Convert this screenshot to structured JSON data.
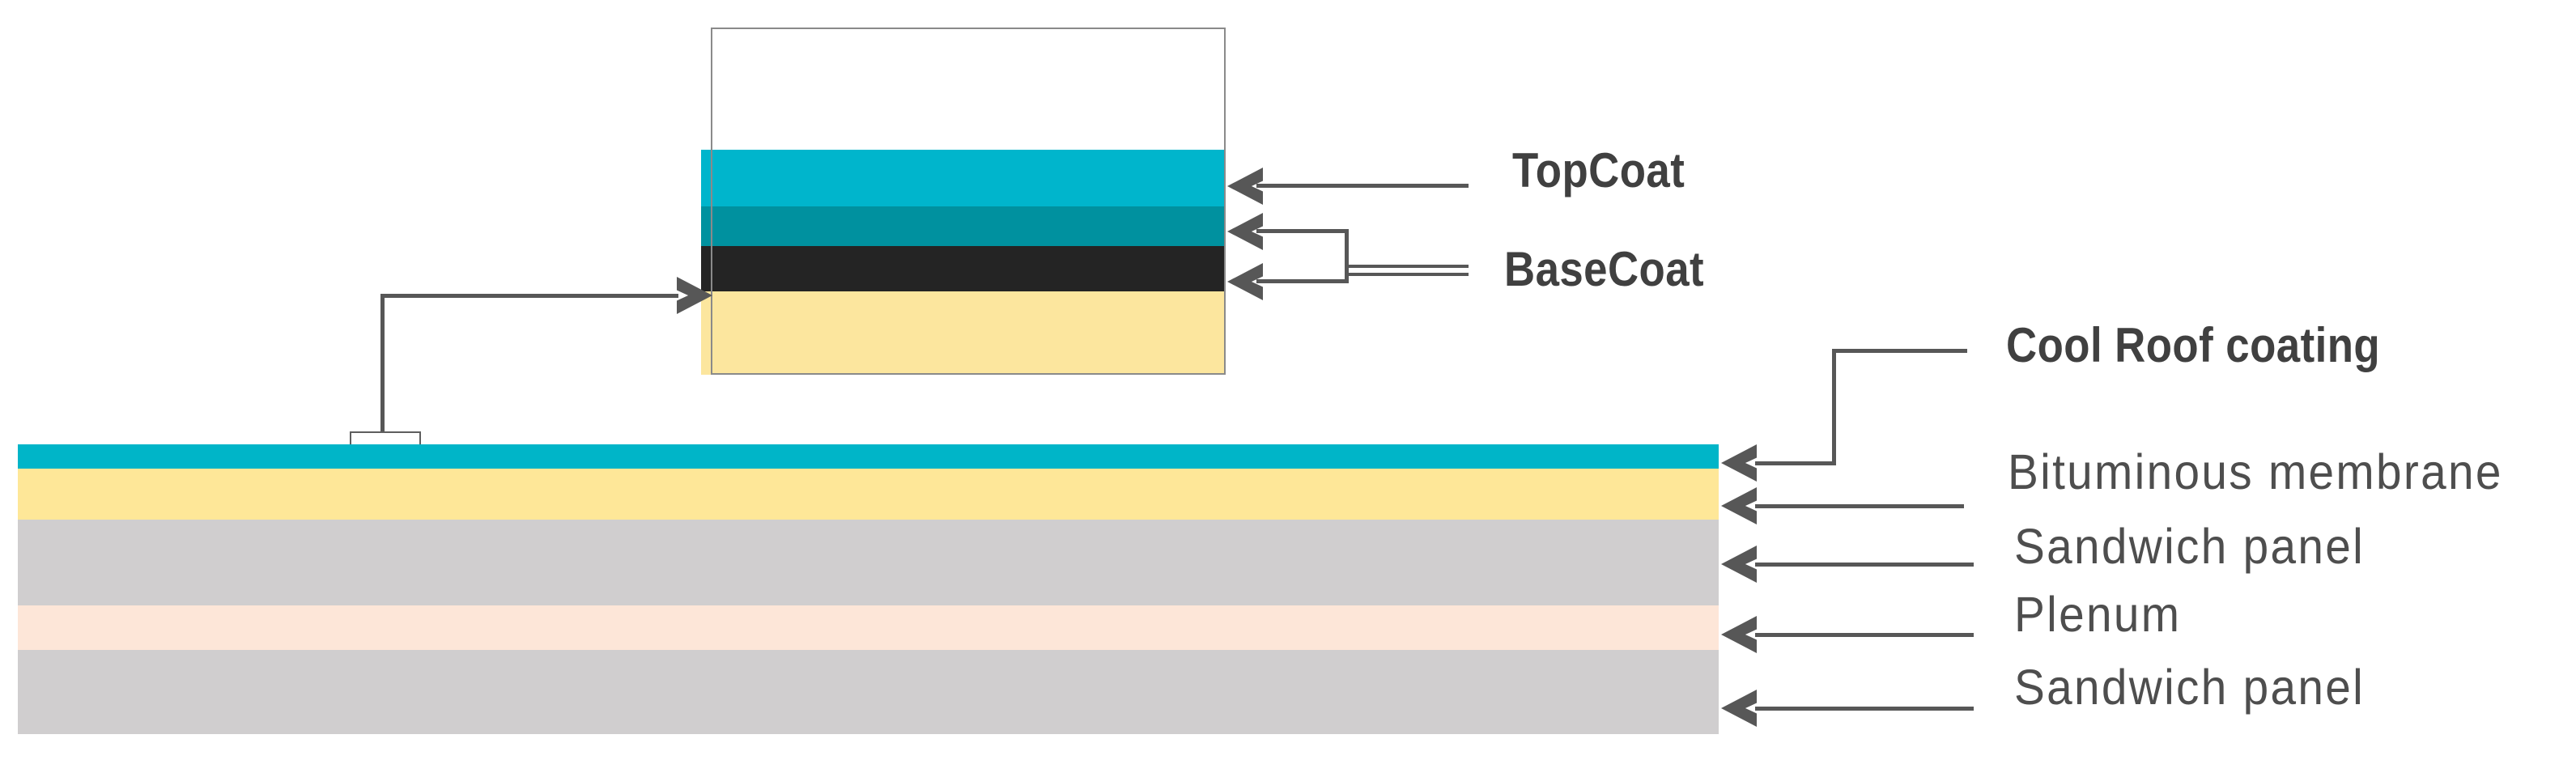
{
  "palette": {
    "line": "#575757",
    "border": "#8a8a8a",
    "rect_border": "#5e5e5e",
    "label_bold": "#404040",
    "label_light": "#4e4e4e"
  },
  "inset": {
    "layers": [
      {
        "name": "topcoat-layer",
        "color": "#00b5cc"
      },
      {
        "name": "basecoat-upper-layer",
        "color": "#00919f"
      },
      {
        "name": "basecoat-lower-layer",
        "color": "#242424"
      },
      {
        "name": "membrane-layer",
        "color": "#fce69e"
      }
    ],
    "labels": {
      "topcoat": "TopCoat",
      "basecoat": "BaseCoat"
    }
  },
  "roof": {
    "layers": [
      {
        "name": "cool-roof-coating",
        "color": "#00b5c8",
        "label": "Cool Roof coating"
      },
      {
        "name": "bituminous-membrane",
        "color": "#fee798",
        "label": "Bituminous membrane"
      },
      {
        "name": "sandwich-panel-top",
        "color": "#d0cecf",
        "label": "Sandwich panel"
      },
      {
        "name": "plenum",
        "color": "#fde6d8",
        "label": "Plenum"
      },
      {
        "name": "sandwich-panel-bottom",
        "color": "#d0cecf",
        "label": "Sandwich panel"
      }
    ]
  }
}
